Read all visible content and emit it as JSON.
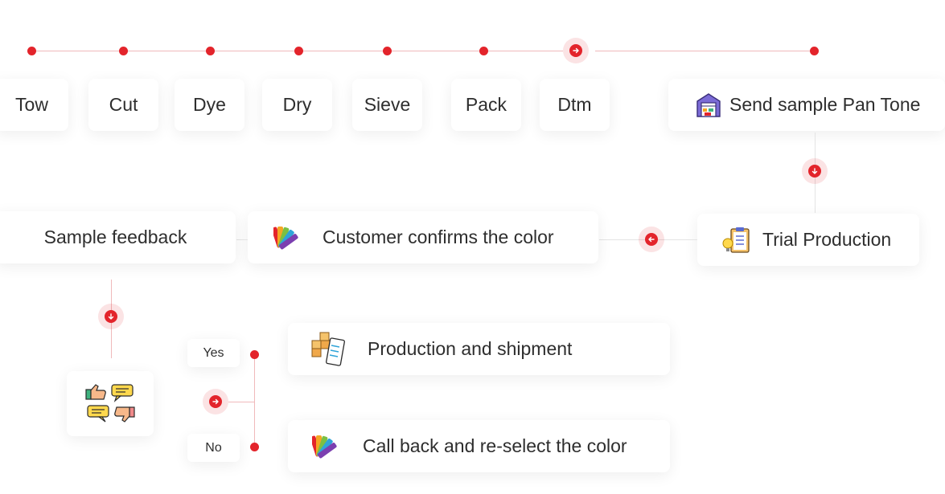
{
  "colors": {
    "accent": "#e3242b",
    "line": "#f0b9bb",
    "text": "#2e2e2e"
  },
  "steps": [
    "Tow",
    "Cut",
    "Dye",
    "Dry",
    "Sieve",
    "Pack",
    "Dtm"
  ],
  "send_sample": {
    "label": "Send sample Pan Tone",
    "icon": "warehouse-icon"
  },
  "trial": {
    "label": "Trial Production",
    "icon": "clipboard-bulb-icon"
  },
  "confirm": {
    "label": "Customer confirms the color",
    "icon": "color-palette-icon"
  },
  "feedback": {
    "label": "Sample feedback",
    "icon": "thumbs-chat-icon"
  },
  "decision": {
    "yes": "Yes",
    "no": "No"
  },
  "production": {
    "label": "Production and shipment",
    "icon": "boxes-checklist-icon"
  },
  "callback": {
    "label": "Call back and re-select the color",
    "icon": "color-palette-icon"
  }
}
